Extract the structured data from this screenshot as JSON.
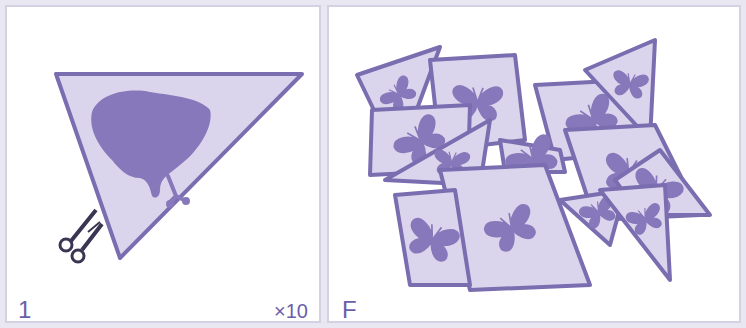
{
  "diagram": {
    "labels": [
      "1",
      "×10",
      "F"
    ]
  }
}
